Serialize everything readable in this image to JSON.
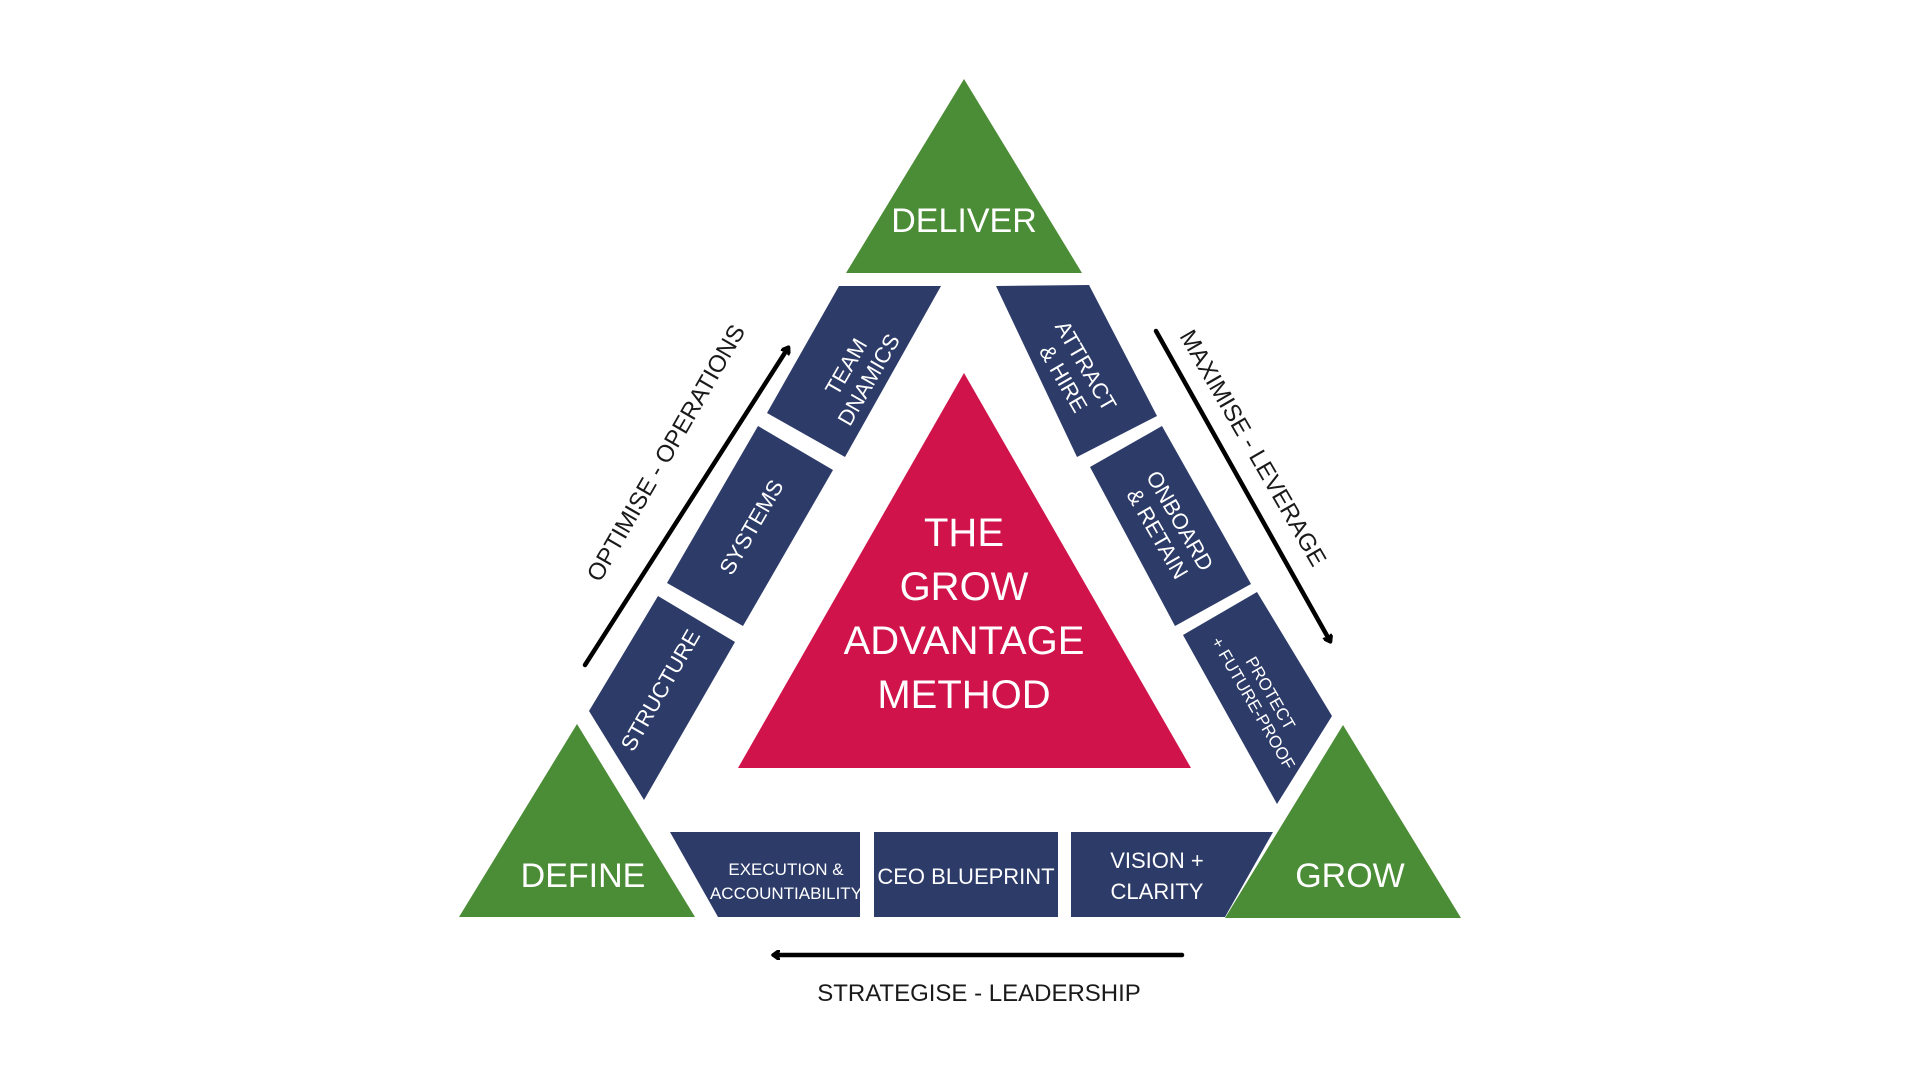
{
  "colors": {
    "green": "#4b8c36",
    "navy": "#2d3b69",
    "crimson": "#d0134b",
    "arrow": "#000000",
    "text_light": "#ffffff",
    "text_dark": "#1a1a1a"
  },
  "corners": {
    "top": "DELIVER",
    "bottom_left": "DEFINE",
    "bottom_right": "GROW"
  },
  "center": {
    "lines": [
      "THE",
      "GROW",
      "ADVANTAGE",
      "METHOD"
    ]
  },
  "left_side": {
    "arrow_label": "OPTIMISE - OPERATIONS",
    "blocks": [
      {
        "lines": [
          "TEAM",
          "DNAMICS"
        ]
      },
      {
        "lines": [
          "SYSTEMS"
        ]
      },
      {
        "lines": [
          "STRUCTURE"
        ]
      }
    ]
  },
  "right_side": {
    "arrow_label": "MAXIMISE - LEVERAGE",
    "blocks": [
      {
        "lines": [
          "ATTRACT",
          "& HIRE"
        ]
      },
      {
        "lines": [
          "ONBOARD",
          "& RETAIN"
        ]
      },
      {
        "lines": [
          "PROTECT",
          "+ FUTURE-PROOF"
        ]
      }
    ]
  },
  "bottom_side": {
    "arrow_label": "STRATEGISE - LEADERSHIP",
    "blocks": [
      {
        "lines": [
          "EXECUTION &",
          "ACCOUNTIABILITY"
        ]
      },
      {
        "lines": [
          "CEO BLUEPRINT"
        ]
      },
      {
        "lines": [
          "VISION +",
          "CLARITY"
        ]
      }
    ]
  }
}
